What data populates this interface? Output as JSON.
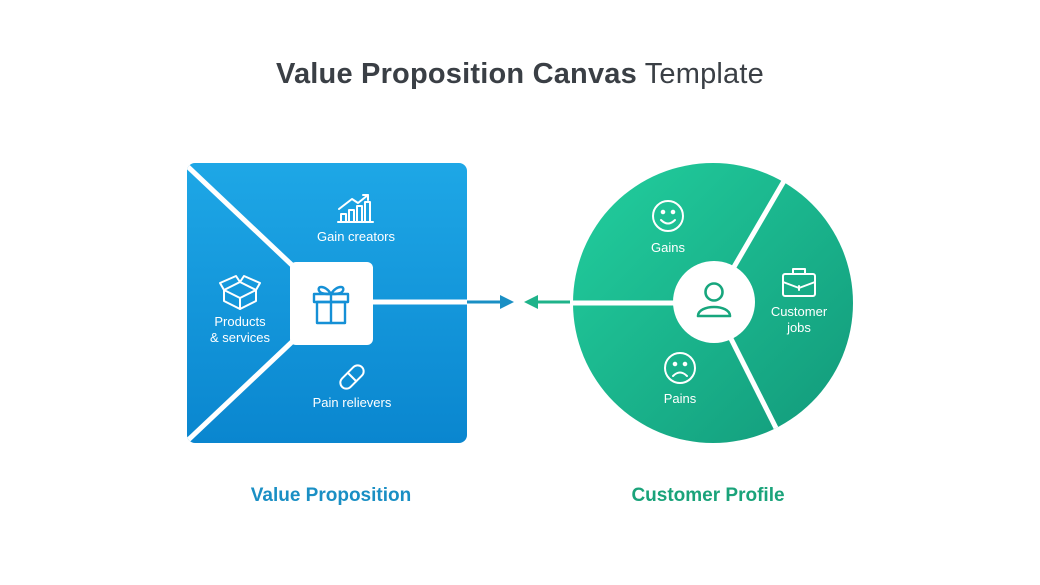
{
  "title": {
    "bold": "Value Proposition Canvas",
    "light": "Template"
  },
  "value_proposition": {
    "caption": "Value Proposition",
    "gain_creators": "Gain creators",
    "products_line1": "Products",
    "products_line2": "& services",
    "pain_relievers": "Pain relievers",
    "color_start": "#1d9fe0",
    "color_end": "#0b86cf"
  },
  "customer_profile": {
    "caption": "Customer Profile",
    "gains": "Gains",
    "jobs_line1": "Customer",
    "jobs_line2": "jobs",
    "pains": "Pains",
    "color_start": "#22c99b",
    "color_end": "#13a07a"
  },
  "icons": {
    "gain_creators": "bar-chart-growth-icon",
    "products": "open-box-icon",
    "center_vp": "gift-icon",
    "pain_relievers": "pill-icon",
    "gains": "smiley-face-icon",
    "jobs": "briefcase-icon",
    "pains": "sad-face-icon",
    "center_cp": "user-icon"
  }
}
